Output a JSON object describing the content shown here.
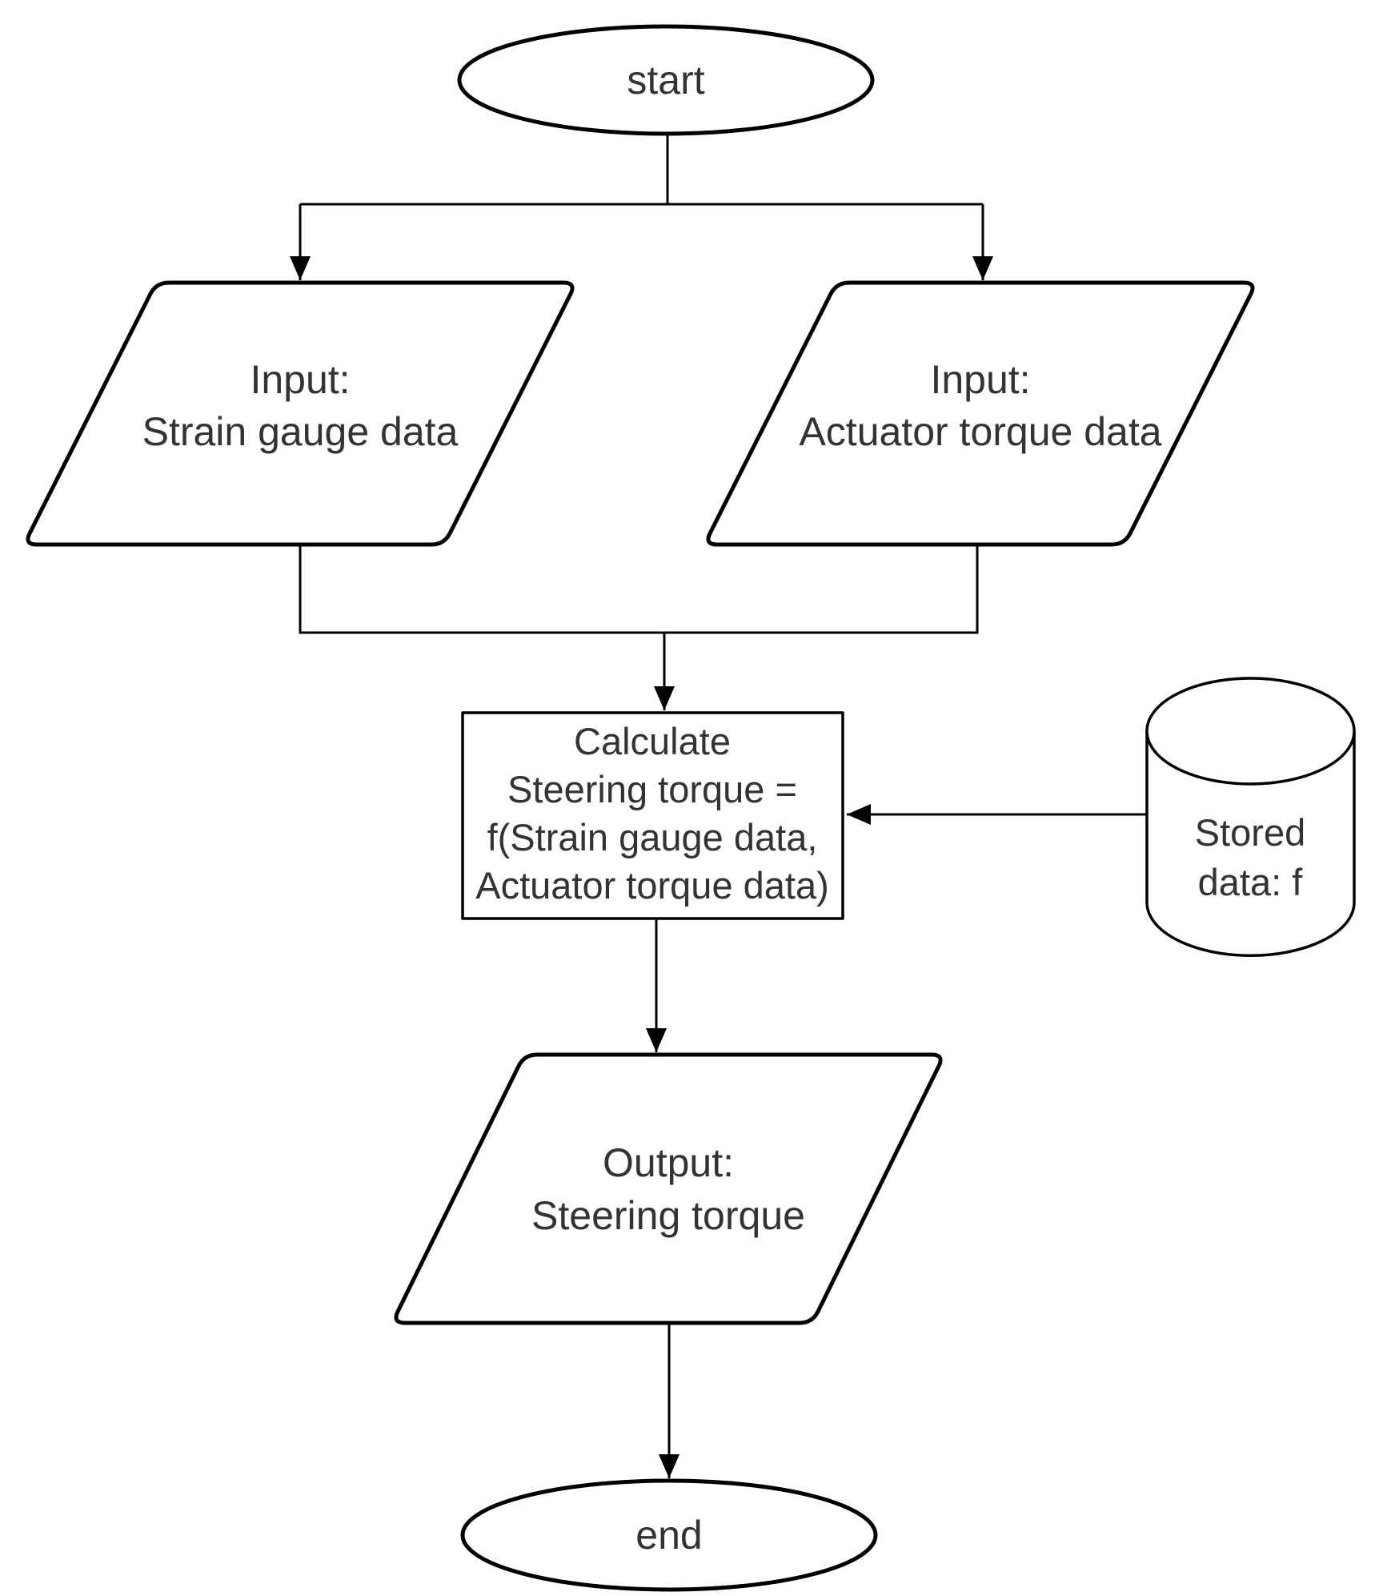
{
  "diagram": {
    "colors": {
      "stroke": "#000000",
      "text": "#333333",
      "background": "#ffffff"
    },
    "nodes": {
      "start": {
        "shape": "terminator",
        "label": "start"
      },
      "input_strain": {
        "shape": "parallelogram",
        "lines": [
          "Input:",
          "Strain gauge data"
        ]
      },
      "input_actuator": {
        "shape": "parallelogram",
        "lines": [
          "Input:",
          "Actuator torque data"
        ]
      },
      "calculate": {
        "shape": "process",
        "lines": [
          "Calculate",
          "Steering torque =",
          "f(Strain gauge data,",
          "Actuator torque data)"
        ]
      },
      "stored": {
        "shape": "database",
        "lines": [
          "Stored",
          "data: f"
        ]
      },
      "output": {
        "shape": "parallelogram",
        "lines": [
          "Output:",
          "Steering torque"
        ]
      },
      "end": {
        "shape": "terminator",
        "label": "end"
      }
    }
  }
}
